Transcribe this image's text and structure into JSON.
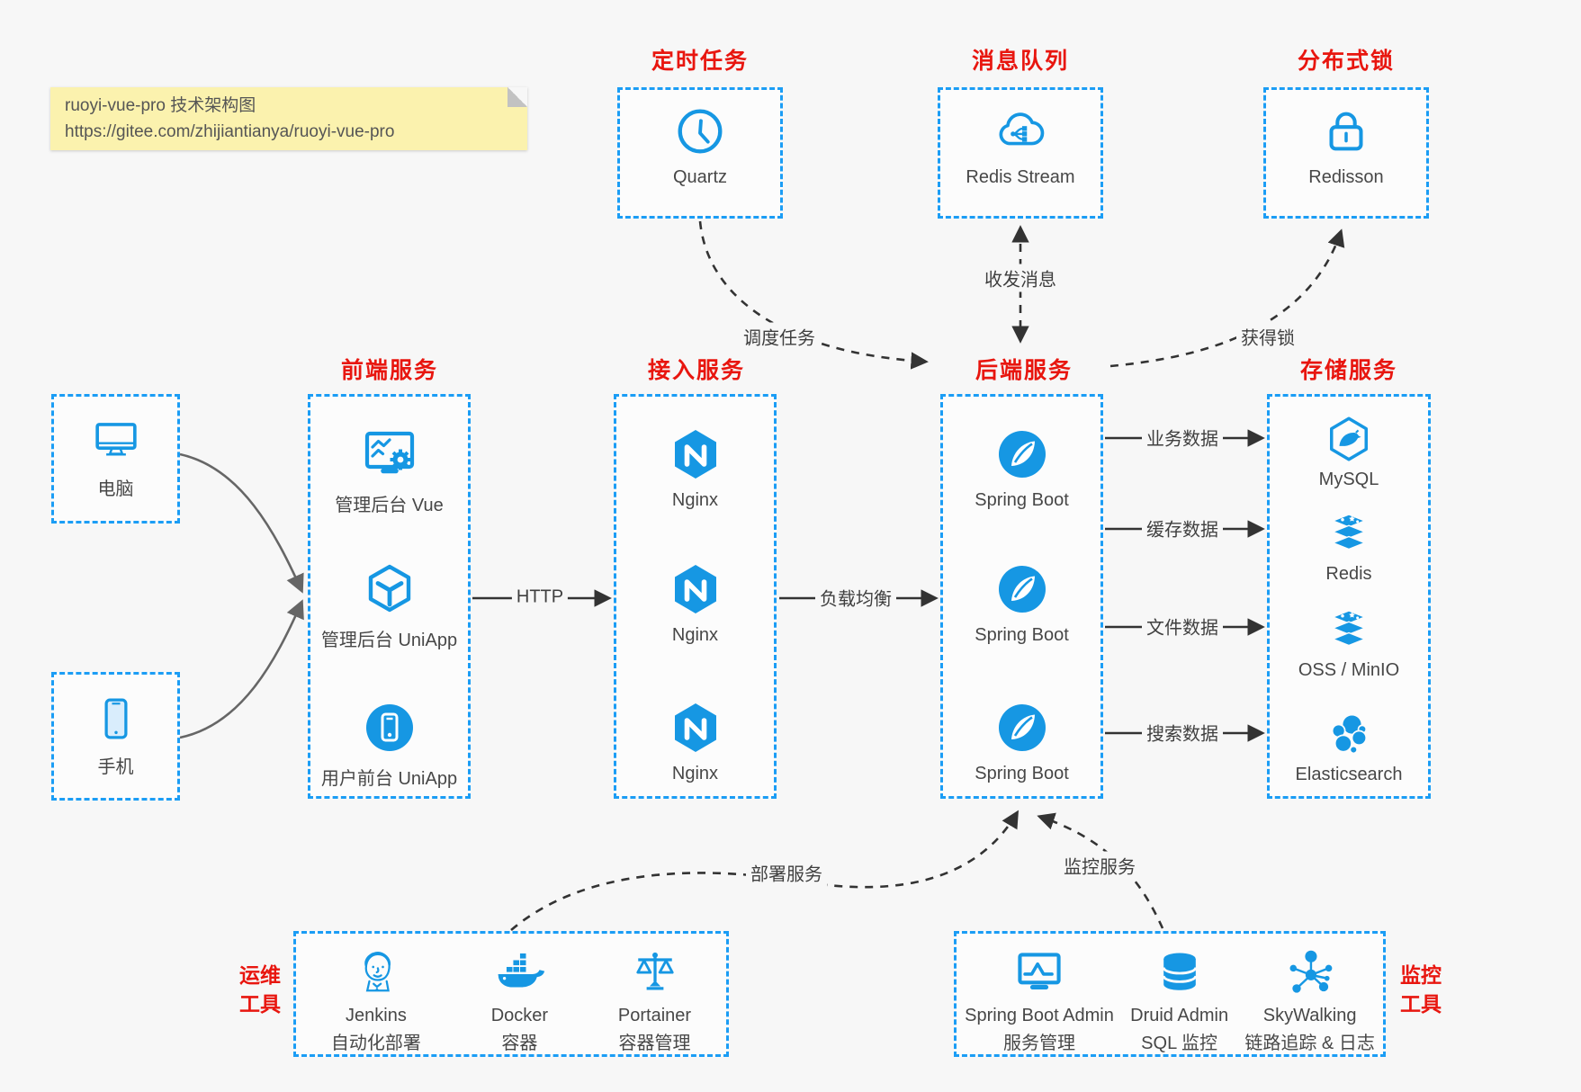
{
  "note": {
    "line1": "ruoyi-vue-pro 技术架构图",
    "line2": "https://gitee.com/zhijiantianya/ruoyi-vue-pro"
  },
  "colors": {
    "accent_blue": "#1697e3",
    "box_border_blue": "#1b9df5",
    "title_red": "#e8160f",
    "arrow_dark": "#333333",
    "client_arrow_gray": "#666666",
    "note_bg": "#fbf2ae",
    "background": "#f7f7f7"
  },
  "top_groups": [
    {
      "title": "定时任务",
      "icon": "clock-icon",
      "label": "Quartz"
    },
    {
      "title": "消息队列",
      "icon": "cloud-queue-icon",
      "label": "Redis Stream"
    },
    {
      "title": "分布式锁",
      "icon": "lock-icon",
      "label": "Redisson"
    }
  ],
  "clients": [
    {
      "icon": "desktop-icon",
      "label": "电脑"
    },
    {
      "icon": "smartphone-icon",
      "label": "手机"
    }
  ],
  "columns": [
    {
      "title": "前端服务",
      "items": [
        {
          "icon": "admin-vue-icon",
          "label": "管理后台 Vue"
        },
        {
          "icon": "uniapp-cube-icon",
          "label": "管理后台 UniApp"
        },
        {
          "icon": "user-app-icon",
          "label": "用户前台 UniApp"
        }
      ]
    },
    {
      "title": "接入服务",
      "items": [
        {
          "icon": "nginx-icon",
          "label": "Nginx"
        },
        {
          "icon": "nginx-icon",
          "label": "Nginx"
        },
        {
          "icon": "nginx-icon",
          "label": "Nginx"
        }
      ]
    },
    {
      "title": "后端服务",
      "items": [
        {
          "icon": "spring-boot-icon",
          "label": "Spring Boot"
        },
        {
          "icon": "spring-boot-icon",
          "label": "Spring Boot"
        },
        {
          "icon": "spring-boot-icon",
          "label": "Spring Boot"
        }
      ]
    },
    {
      "title": "存储服务",
      "items": [
        {
          "icon": "mysql-icon",
          "label": "MySQL"
        },
        {
          "icon": "redis-stack-icon",
          "label": "Redis"
        },
        {
          "icon": "oss-stack-icon",
          "label": "OSS / MinIO"
        },
        {
          "icon": "elasticsearch-icon",
          "label": "Elasticsearch"
        }
      ]
    }
  ],
  "bottom_groups": [
    {
      "title_line1": "运维",
      "title_line2": "工具",
      "items": [
        {
          "icon": "jenkins-icon",
          "label": "Jenkins",
          "sublabel": "自动化部署"
        },
        {
          "icon": "docker-icon",
          "label": "Docker",
          "sublabel": "容器"
        },
        {
          "icon": "portainer-icon",
          "label": "Portainer",
          "sublabel": "容器管理"
        }
      ]
    },
    {
      "title_line1": "监控",
      "title_line2": "工具",
      "items": [
        {
          "icon": "spring-boot-admin-icon",
          "label": "Spring Boot Admin",
          "sublabel": "服务管理"
        },
        {
          "icon": "druid-icon",
          "label": "Druid Admin",
          "sublabel": "SQL 监控"
        },
        {
          "icon": "skywalking-icon",
          "label": "SkyWalking",
          "sublabel": "链路追踪 & 日志"
        }
      ]
    }
  ],
  "edges": {
    "http": "HTTP",
    "load_balance": "负载均衡",
    "schedule_task": "调度任务",
    "send_receive_msg": "收发消息",
    "acquire_lock": "获得锁",
    "business_data": "业务数据",
    "cache_data": "缓存数据",
    "file_data": "文件数据",
    "search_data": "搜索数据",
    "deploy_service": "部署服务",
    "monitor_service": "监控服务"
  }
}
